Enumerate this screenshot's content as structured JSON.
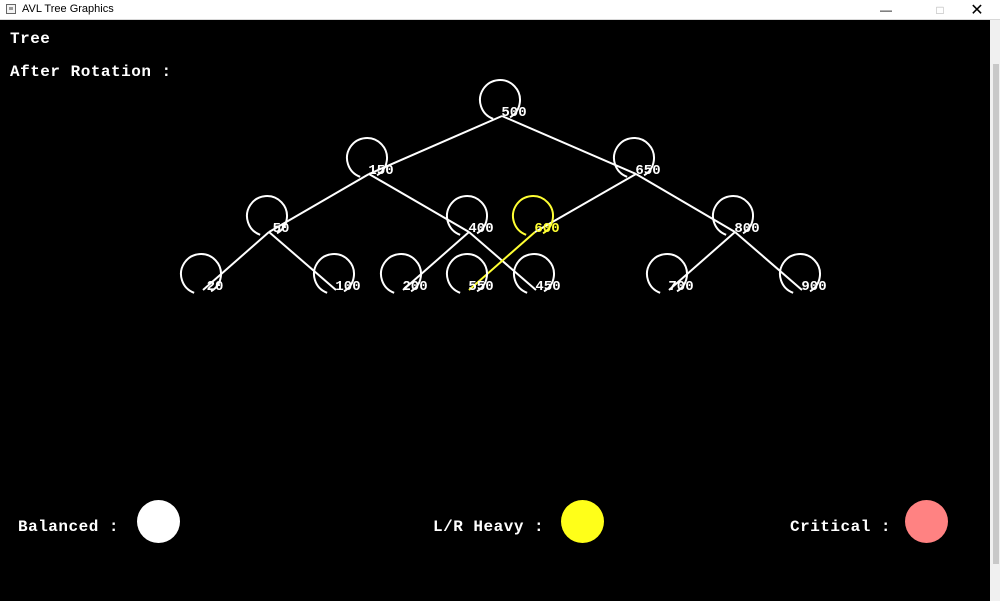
{
  "window": {
    "title": "AVL Tree Graphics",
    "min_glyph": "—",
    "max_glyph": "□",
    "close_glyph": "✕"
  },
  "tree": {
    "title": "Tree",
    "subtitle": "After Rotation :"
  },
  "nodes": [
    {
      "id": "n500",
      "value": "500",
      "color": "#ffffff"
    },
    {
      "id": "n150",
      "value": "150",
      "color": "#ffffff"
    },
    {
      "id": "n650",
      "value": "650",
      "color": "#ffffff"
    },
    {
      "id": "n50",
      "value": "50",
      "color": "#ffffff"
    },
    {
      "id": "n400",
      "value": "400",
      "color": "#ffffff"
    },
    {
      "id": "n600",
      "value": "600",
      "color": "#ffff33"
    },
    {
      "id": "n800",
      "value": "800",
      "color": "#ffffff"
    },
    {
      "id": "n20",
      "value": "20",
      "color": "#ffffff"
    },
    {
      "id": "n100",
      "value": "100",
      "color": "#ffffff"
    },
    {
      "id": "n200",
      "value": "200",
      "color": "#ffffff"
    },
    {
      "id": "n550",
      "value": "550",
      "color": "#ffffff"
    },
    {
      "id": "n450",
      "value": "450",
      "color": "#ffffff"
    },
    {
      "id": "n700",
      "value": "700",
      "color": "#ffffff"
    },
    {
      "id": "n900",
      "value": "900",
      "color": "#ffffff"
    }
  ],
  "edges": [
    {
      "from": "n500",
      "to": "n150",
      "color": "#ffffff"
    },
    {
      "from": "n500",
      "to": "n650",
      "color": "#ffffff"
    },
    {
      "from": "n150",
      "to": "n50",
      "color": "#ffffff"
    },
    {
      "from": "n150",
      "to": "n400",
      "color": "#ffffff"
    },
    {
      "from": "n650",
      "to": "n600",
      "color": "#ffffff"
    },
    {
      "from": "n650",
      "to": "n800",
      "color": "#ffffff"
    },
    {
      "from": "n50",
      "to": "n20",
      "color": "#ffffff"
    },
    {
      "from": "n50",
      "to": "n100",
      "color": "#ffffff"
    },
    {
      "from": "n400",
      "to": "n200",
      "color": "#ffffff"
    },
    {
      "from": "n400",
      "to": "n450",
      "color": "#ffffff"
    },
    {
      "from": "n600",
      "to": "n550",
      "color": "#ffff33"
    },
    {
      "from": "n800",
      "to": "n700",
      "color": "#ffffff"
    },
    {
      "from": "n800",
      "to": "n900",
      "color": "#ffffff"
    }
  ],
  "legend": {
    "balanced": {
      "label": "Balanced :",
      "color": "#ffffff"
    },
    "heavy": {
      "label": "L/R Heavy :",
      "color": "#ffff19"
    },
    "critical": {
      "label": "Critical :",
      "color": "#ff8282"
    }
  }
}
